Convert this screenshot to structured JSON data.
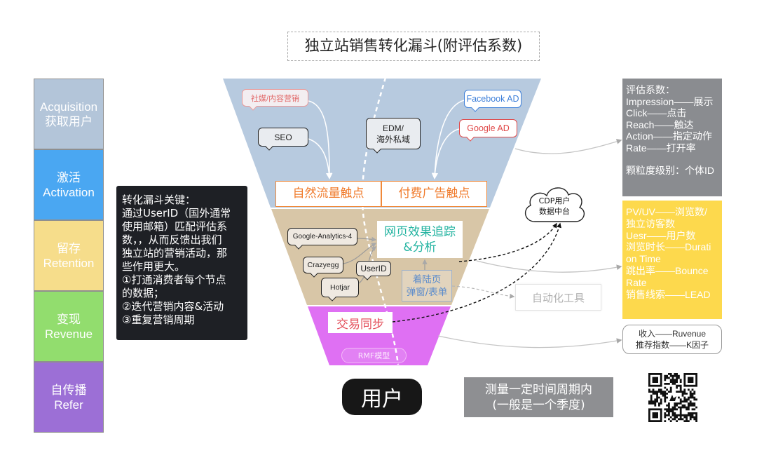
{
  "title": "独立站销售转化漏斗(附评估系数)",
  "stages": [
    {
      "line1": "Acquisition",
      "line2": "获取用户",
      "color": "#b3c5d9"
    },
    {
      "line1": "激活",
      "line2": "Activation",
      "color": "#4aa7f2"
    },
    {
      "line1": "留存",
      "line2": "Retention",
      "color": "#f6dd8b"
    },
    {
      "line1": "变现",
      "line2": "Revenue",
      "color": "#92dd6e"
    },
    {
      "line1": "自传播",
      "line2": "Refer",
      "color": "#9c6fd6"
    }
  ],
  "key_note": {
    "lines": [
      "转化漏斗关键：",
      "通过UserID（国外通常",
      "使用邮箱）匹配评估系",
      "数，，从而反馈出我们",
      "独立站的营销活动，那",
      "些作用更大。",
      "①打通消费者每个节点",
      "的数据；",
      "②迭代营销内容&活动",
      "③重复营销周期"
    ]
  },
  "funnel": {
    "colors": {
      "acquisition": "#b7cadf",
      "retention": "#d8c6a7",
      "revenue": "#df70f3"
    },
    "channels": {
      "social": "社媒/内容营销",
      "seo": "SEO",
      "edm_line1": "EDM/",
      "edm_line2": "海外私域",
      "facebook": "Facebook AD",
      "google": "Google AD"
    },
    "touchpoints": {
      "organic": "自然流量触点",
      "paid": "付费广告触点"
    },
    "tools": {
      "ga4": "Google-Analytics-4",
      "crazyegg": "Crazyegg",
      "userid": "UserID",
      "hotjar": "Hotjar"
    },
    "tracking": {
      "line1": "网页效果追踪",
      "line2": "&分析"
    },
    "landing": {
      "line1": "着陆页",
      "line2": "弹窗/表单"
    },
    "transaction": "交易同步",
    "rmf": "RMF模型",
    "user": "用户"
  },
  "cdp": {
    "line1": "CDP用户",
    "line2": "数据中台"
  },
  "automation": "自动化工具",
  "period": {
    "line1": "测量一定时间周期内",
    "line2": "(一般是一个季度)"
  },
  "metrics": {
    "acquisition": {
      "lines": [
        "评估系数：",
        "Impression——展示",
        "Click——点击",
        "Reach——触达",
        "Action——指定动作",
        "Rate——打开率"
      ],
      "granularity": "颗粒度级别：个体ID",
      "color": "#8a8c90"
    },
    "retention": {
      "lines": [
        "PV/UV——浏览数/",
        "独立访客数",
        "Uesr——用户数",
        "浏览时长——Durati",
        "on Time",
        "跳出率——Bounce",
        "Rate",
        "销售线索——LEAD"
      ],
      "color": "#fdd94d"
    },
    "revenue": {
      "lines": [
        "收入——Ruvenue",
        "推荐指数——K因子"
      ]
    }
  }
}
